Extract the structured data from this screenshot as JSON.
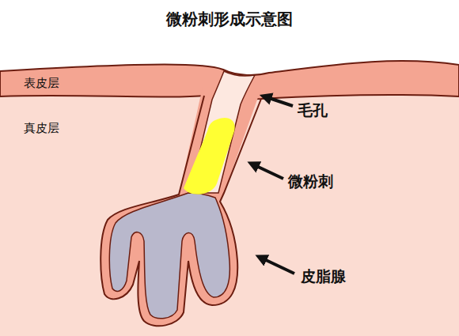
{
  "diagram": {
    "title": "微粉刺形成示意图",
    "labels": [
      "表皮层",
      "真皮层",
      "毛孔",
      "微粉刺",
      "皮脂腺"
    ]
  }
}
